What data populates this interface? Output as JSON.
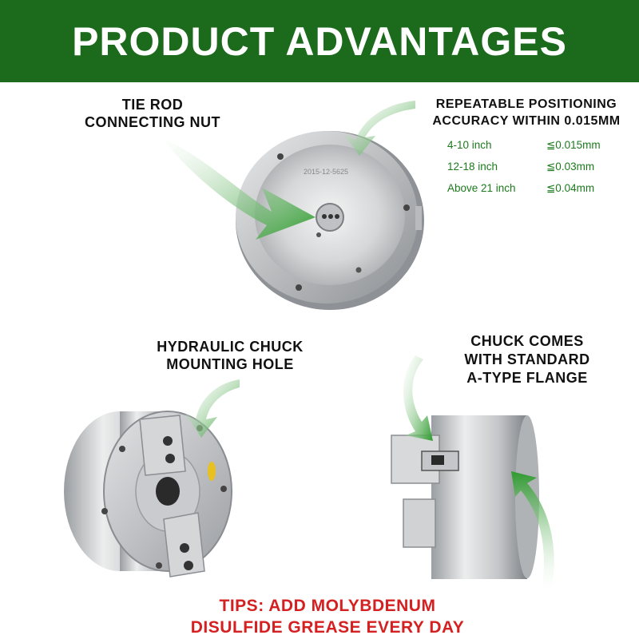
{
  "header": {
    "title": "PRODUCT ADVANTAGES"
  },
  "labels": {
    "tie_rod": "TIE ROD\nCONNECTING NUT",
    "repeatable": "REPEATABLE POSITIONING\nACCURACY WITHIN 0.015MM",
    "hydraulic": "HYDRAULIC CHUCK\nMOUNTING HOLE",
    "chuck": "CHUCK COMES\nWITH STANDARD\nA-TYPE FLANGE"
  },
  "accuracy_table": [
    {
      "size": "4-10 inch",
      "accuracy": "≦0.015mm"
    },
    {
      "size": "12-18 inch",
      "accuracy": "≦0.03mm"
    },
    {
      "size": "Above 21 inch",
      "accuracy": "≦0.04mm"
    }
  ],
  "plate_engraving": "2015-12-5625",
  "tips": "TIPS: ADD MOLYBDENUM\nDISULFIDE GREASE EVERY DAY",
  "colors": {
    "banner": "#1c6a1c",
    "arrow_green": "#2e9a2e",
    "tips_red": "#d42020",
    "spec_green": "#1c7a1c"
  },
  "icons": [
    "curved-arrow-icon",
    "curved-arrow-icon",
    "curved-arrow-icon",
    "curved-arrow-icon",
    "straight-arrow-icon"
  ]
}
